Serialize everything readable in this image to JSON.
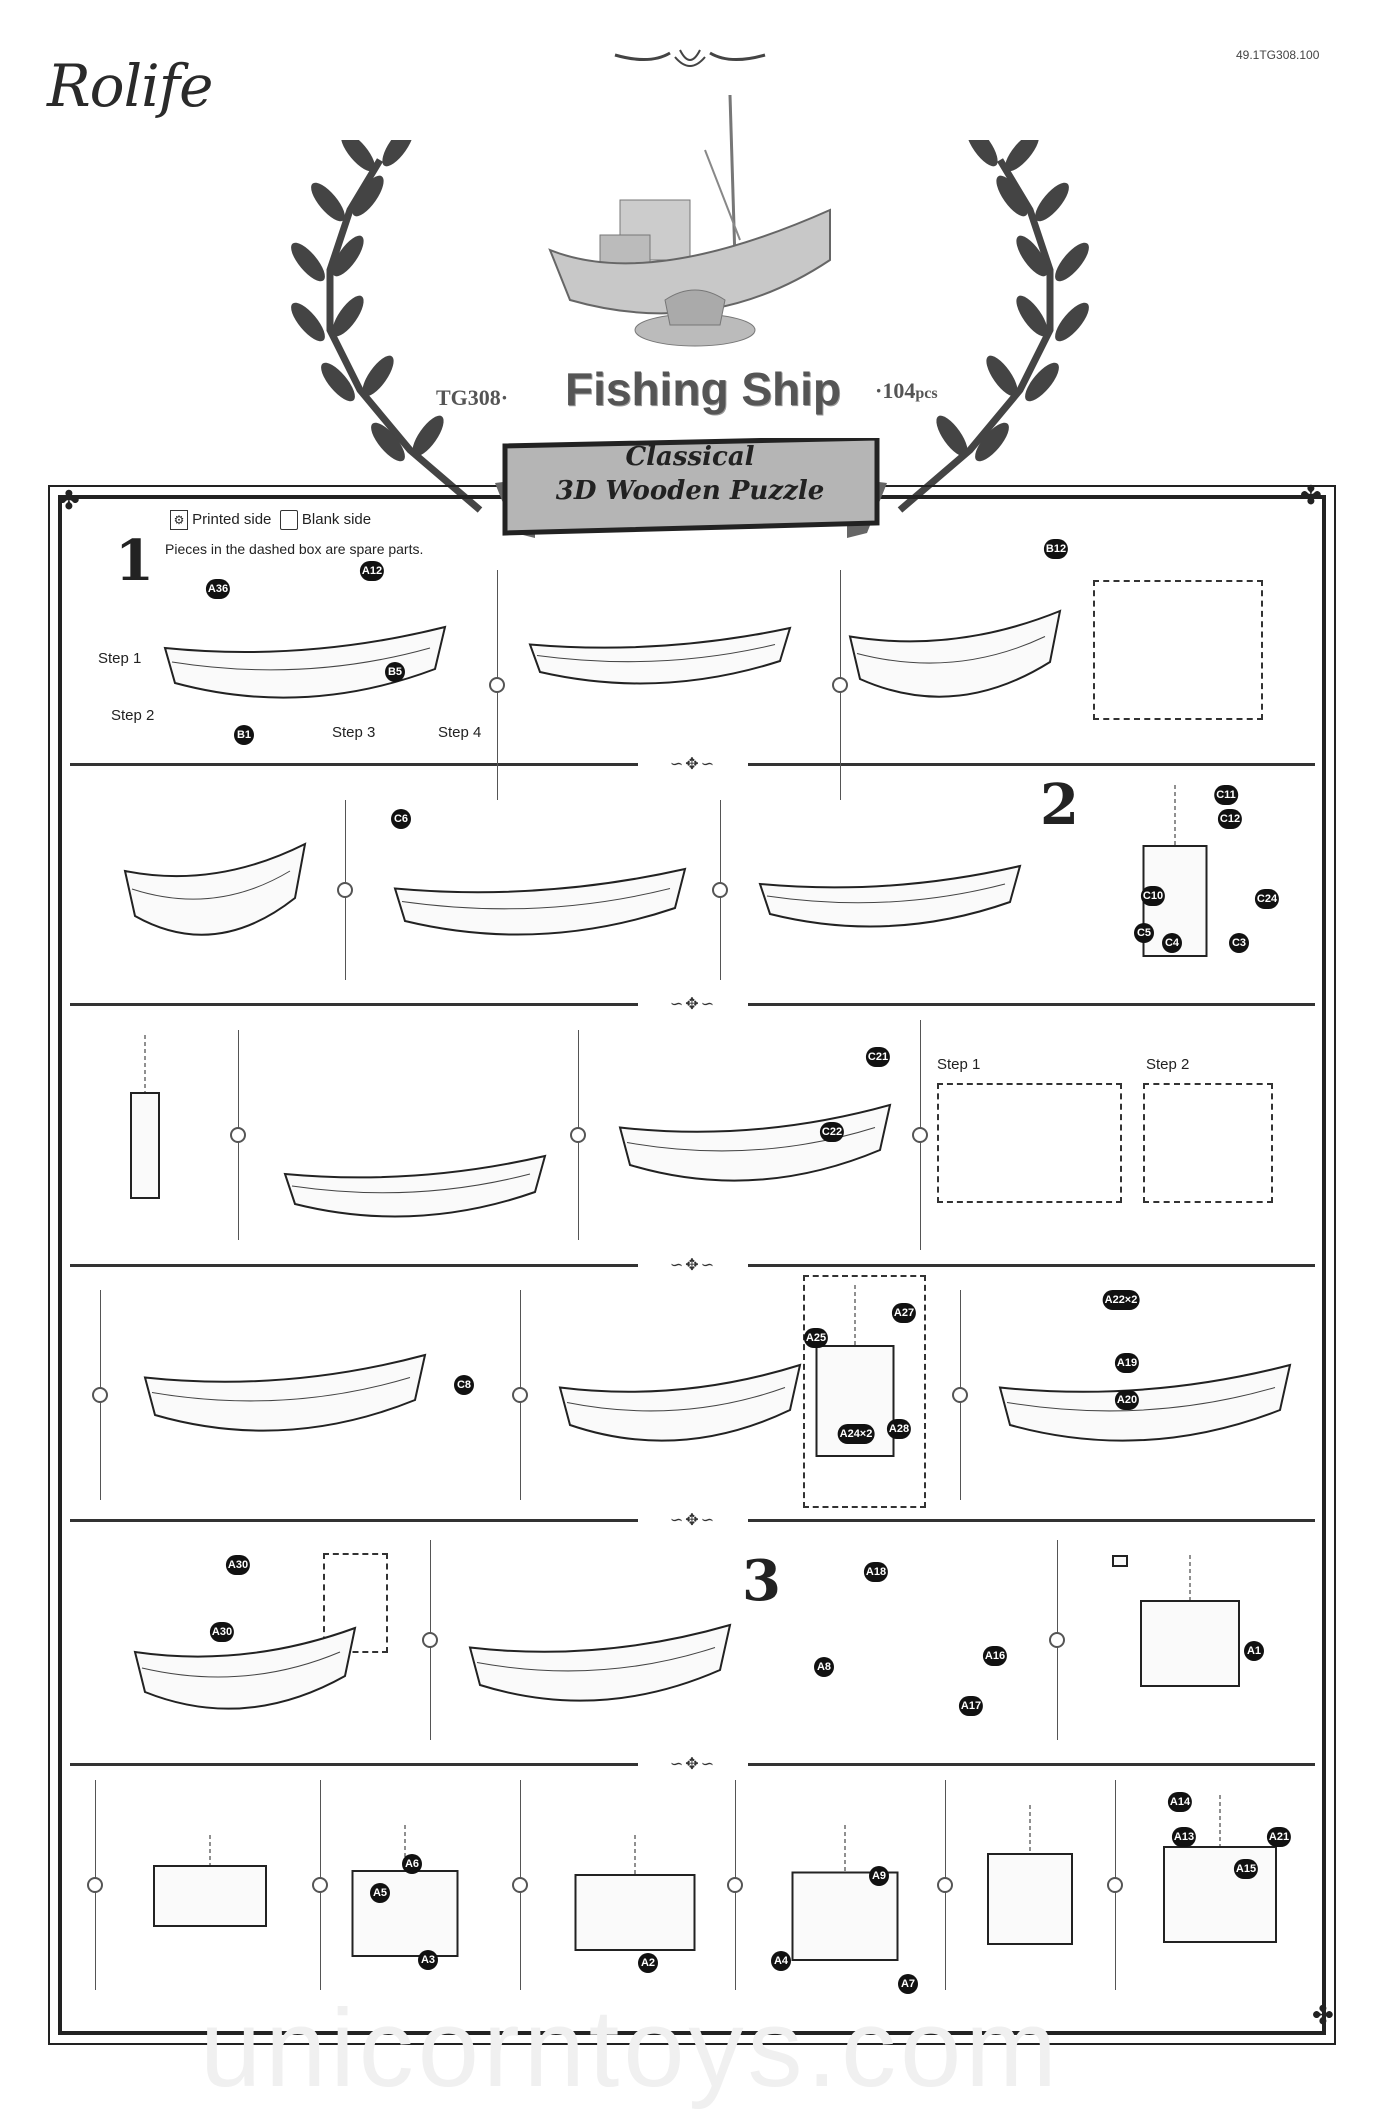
{
  "header": {
    "brand": "Rolife",
    "code": "49.1TG308.100",
    "model": "TG308·",
    "title": "Fishing Ship",
    "pieces": "·104",
    "pieces_unit": "pcs",
    "banner_line1": "Classical",
    "banner_line2": "3D Wooden Puzzle"
  },
  "legend": {
    "printed": "Printed side",
    "blank": "Blank side",
    "spare_note": "Pieces in the dashed box are spare parts."
  },
  "steps": {
    "one": "1",
    "two": "2",
    "three": "3"
  },
  "sub_steps": {
    "s1": "Step 1",
    "s2": "Step 2",
    "s3": "Step 3",
    "s4": "Step 4"
  },
  "parts": {
    "row1": [
      "A36",
      "A12",
      "B5",
      "B1",
      "B12"
    ],
    "row2": [
      "C6",
      "C11",
      "C12",
      "C10",
      "C24",
      "C5",
      "C4",
      "C3"
    ],
    "row3": [
      "C21",
      "C22"
    ],
    "row4": [
      "C8",
      "A27",
      "A25",
      "A28",
      "A24×2",
      "A22×2",
      "A19",
      "A20"
    ],
    "row5": [
      "A30",
      "A30",
      "A18",
      "A16",
      "A8",
      "A17",
      "A1"
    ],
    "row6": [
      "A6",
      "A5",
      "A3",
      "A2",
      "A9",
      "A4",
      "A7",
      "A14",
      "A13",
      "A21",
      "A15"
    ]
  },
  "watermark": "unicorntoys.com",
  "colors": {
    "ink": "#222222",
    "banner": "#b5b5b5",
    "laurel": "#444444"
  }
}
